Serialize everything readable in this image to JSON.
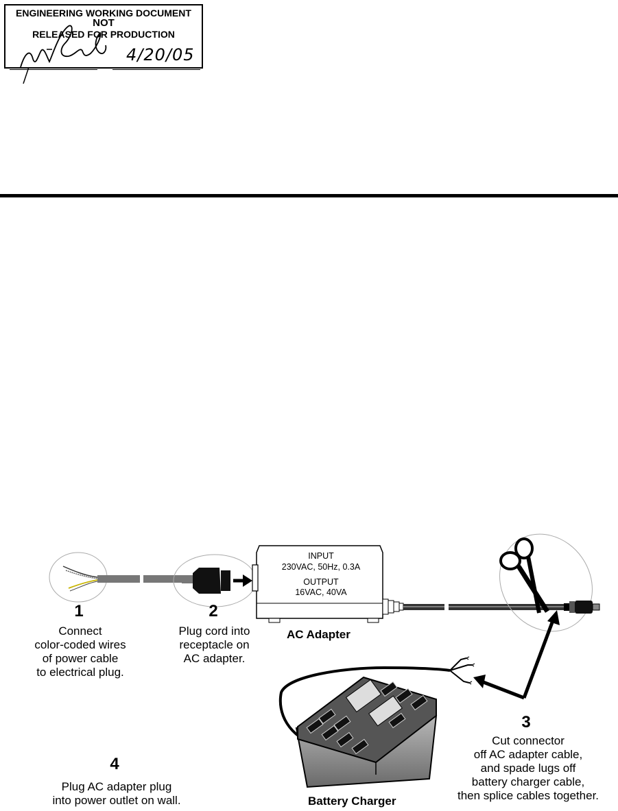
{
  "stamp": {
    "line1": "ENGINEERING WORKING DOCUMENT",
    "line2": "NOT",
    "line3": "RELEASED FOR PRODUCTION",
    "date": "4/20/05"
  },
  "adapter": {
    "input_label": "INPUT",
    "input_value": "230VAC, 50Hz, 0.3A",
    "output_label": "OUTPUT",
    "output_value": "16VAC, 40VA",
    "name": "AC Adapter"
  },
  "charger": {
    "name": "Battery Charger"
  },
  "steps": [
    {
      "number": "1",
      "lines": [
        "Connect",
        "color-coded wires",
        "of power cable",
        "to electrical plug."
      ]
    },
    {
      "number": "2",
      "lines": [
        "Plug cord into",
        "receptacle on",
        "AC adapter."
      ]
    },
    {
      "number": "3",
      "lines": [
        "Cut connector",
        "off AC adapter cable,",
        "and spade lugs off",
        "battery charger cable,",
        "then splice cables together."
      ]
    },
    {
      "number": "4",
      "lines": [
        "Plug AC adapter plug",
        "into power outlet on wall."
      ]
    }
  ]
}
